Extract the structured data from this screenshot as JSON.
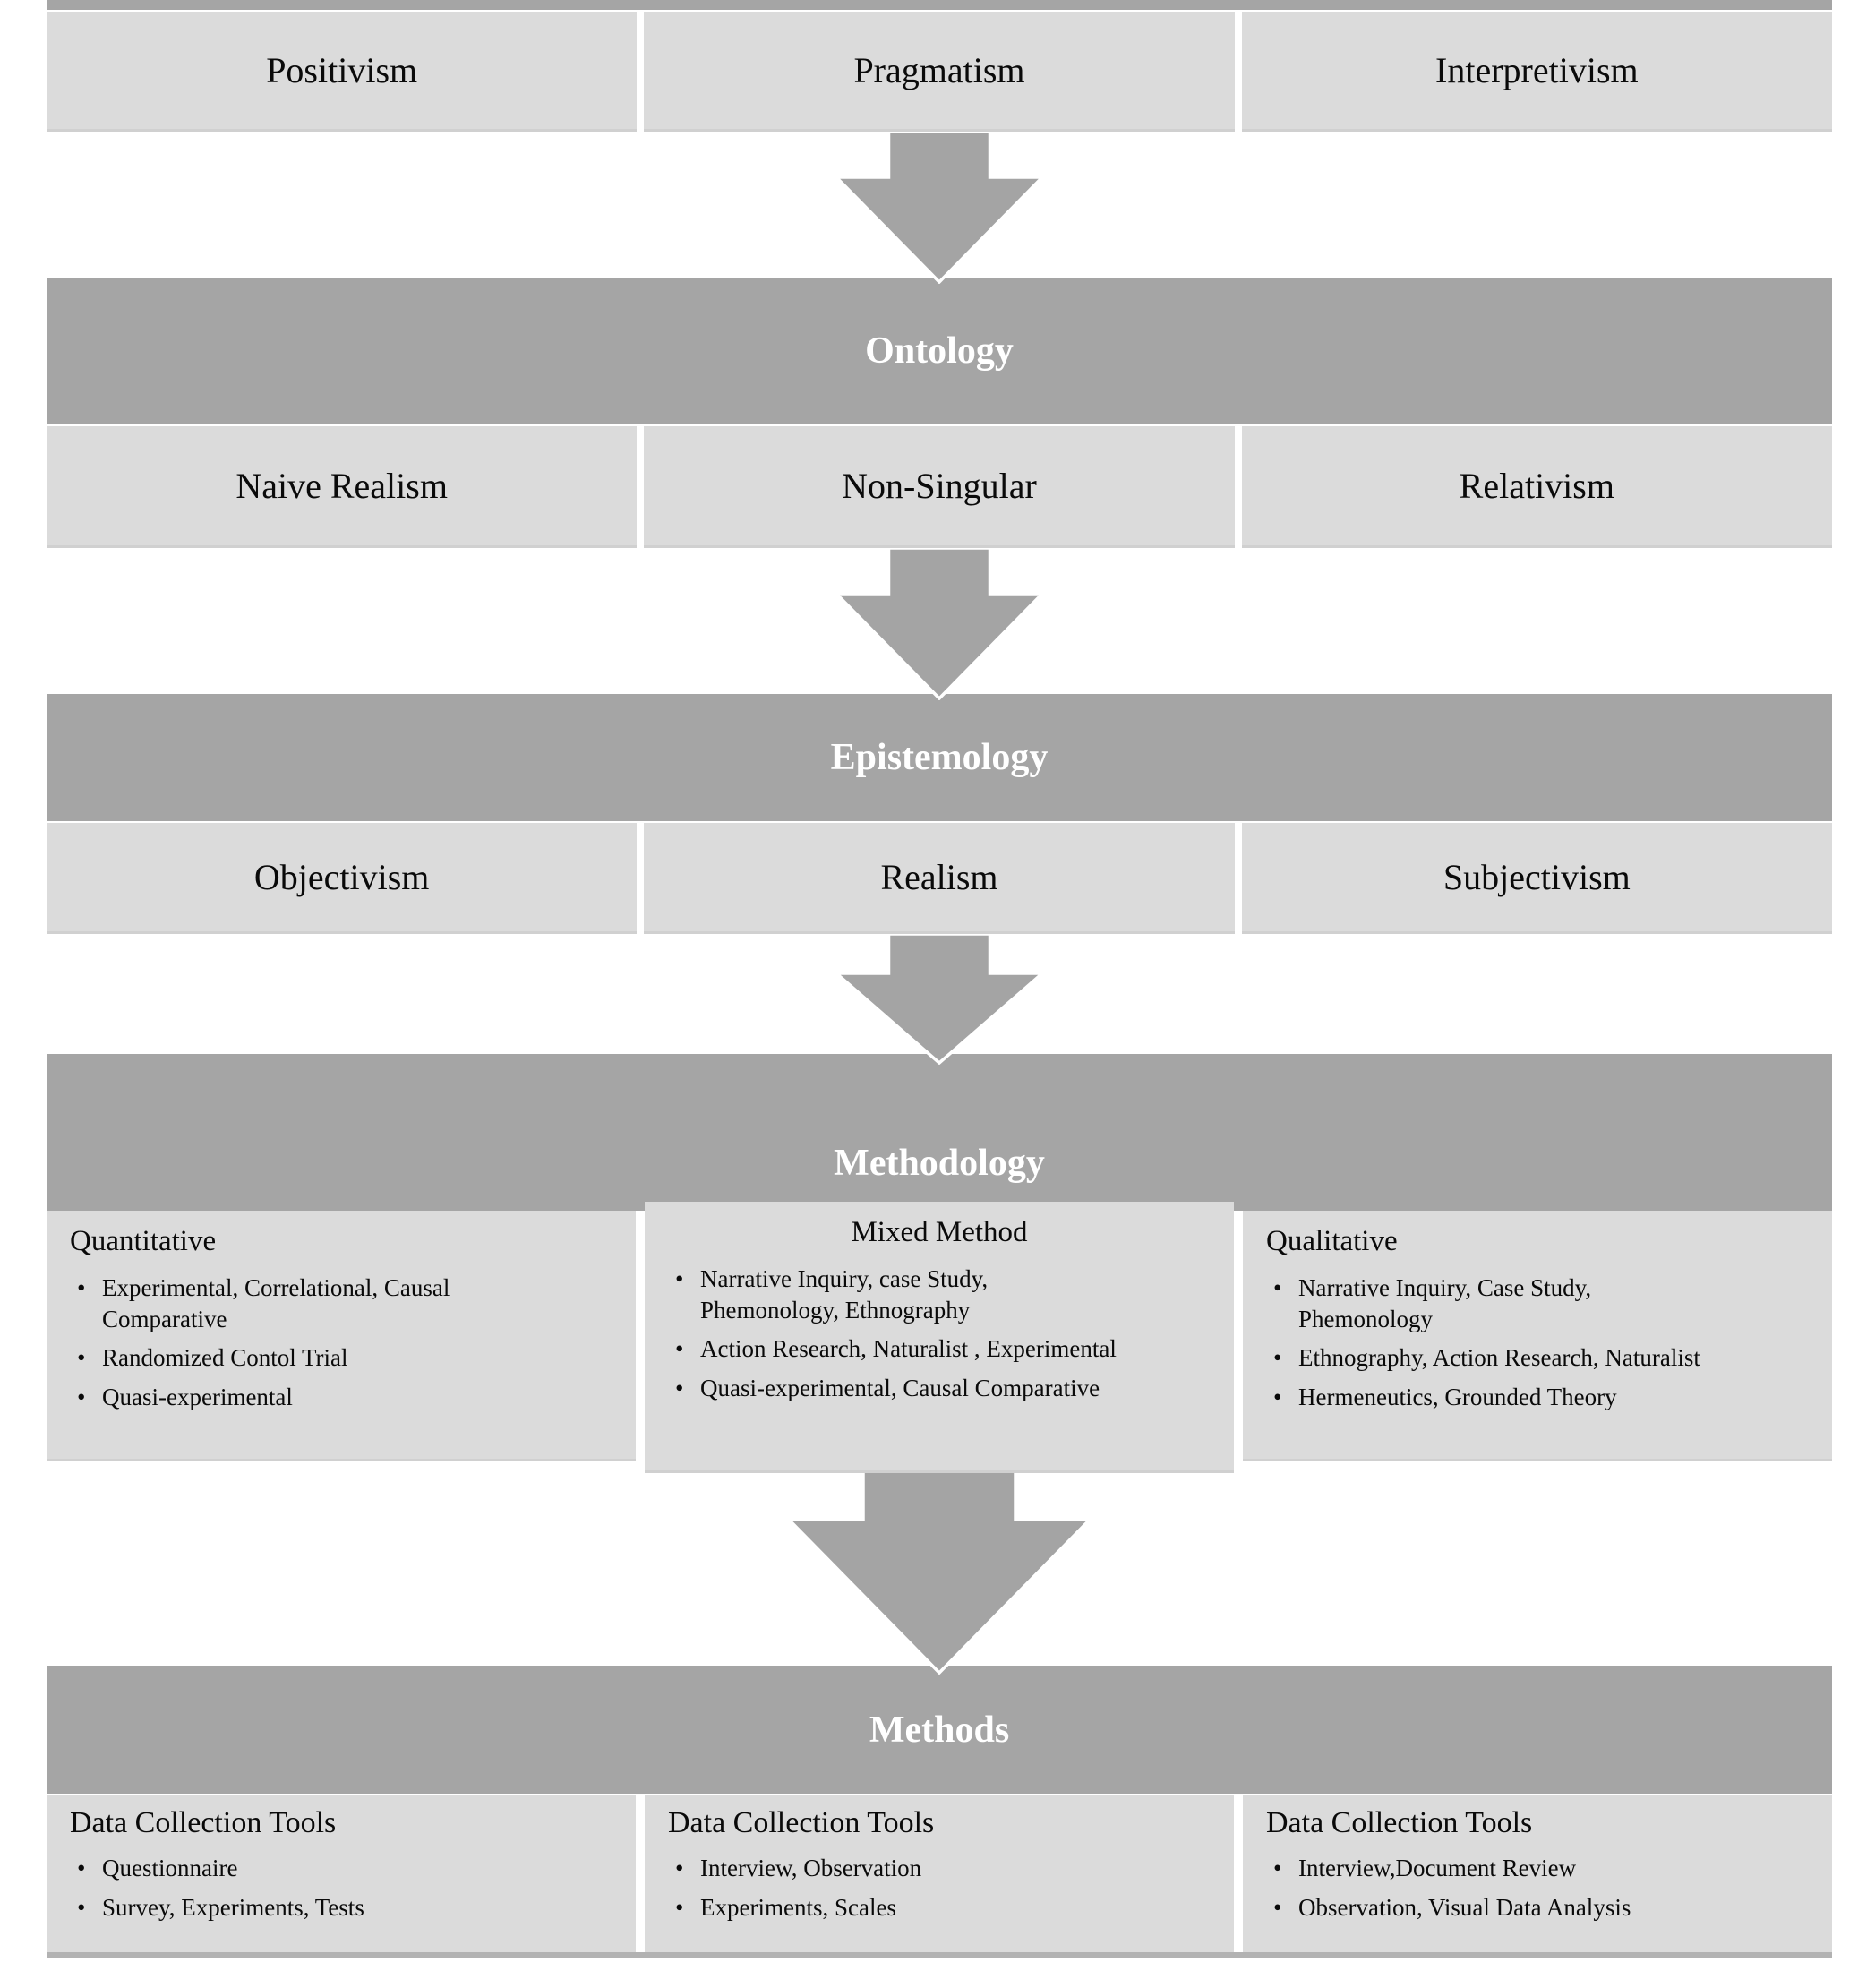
{
  "colors": {
    "band_dark": "#a5a5a5",
    "cell_light": "#dbdbdb",
    "header_text": "#ffffff",
    "body_text": "#000000",
    "bottom_strip": "#b2b2b2"
  },
  "paradigms": {
    "items": [
      "Positivism",
      "Pragmatism",
      "Interpretivism"
    ]
  },
  "ontology": {
    "title": "Ontology",
    "items": [
      "Naive Realism",
      "Non-Singular",
      "Relativism"
    ]
  },
  "epistemology": {
    "title": "Epistemology",
    "items": [
      "Objectivism",
      "Realism",
      "Subjectivism"
    ]
  },
  "methodology": {
    "title": "Methodology",
    "columns": [
      {
        "heading": "Quantitative",
        "bullets": [
          "Experimental, Correlational, Causal\nComparative",
          "Randomized Contol Trial",
          "Quasi-experimental"
        ]
      },
      {
        "heading": "Mixed Method",
        "bullets": [
          "Narrative Inquiry, case Study,\nPhemonology, Ethnography",
          "Action Research, Naturalist , Experimental",
          "Quasi-experimental, Causal Comparative"
        ]
      },
      {
        "heading": "Qualitative",
        "bullets": [
          "Narrative Inquiry, Case Study,\nPhemonology",
          "Ethnography, Action Research, Naturalist",
          "Hermeneutics, Grounded Theory"
        ]
      }
    ]
  },
  "methods": {
    "title": "Methods",
    "columns": [
      {
        "heading": "Data Collection Tools",
        "bullets": [
          "Questionnaire",
          "Survey, Experiments, Tests"
        ]
      },
      {
        "heading": "Data Collection Tools",
        "bullets": [
          "Interview, Observation",
          "Experiments, Scales"
        ]
      },
      {
        "heading": "Data Collection Tools",
        "bullets": [
          "Interview,Document Review",
          "Observation, Visual Data Analysis"
        ]
      }
    ]
  }
}
